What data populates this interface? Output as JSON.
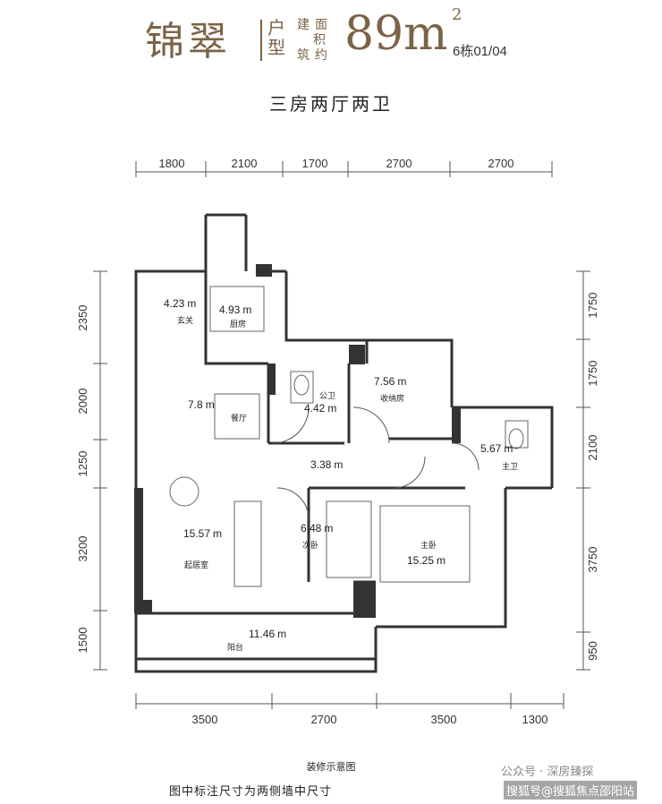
{
  "header": {
    "brand": "锦翠",
    "type_chars": [
      "户",
      "型"
    ],
    "area_label_chars": [
      "建",
      "面",
      "积",
      "筑",
      "约"
    ],
    "area_value": "89m",
    "area_unit_sup": "2",
    "building": "6栋01/04",
    "subtitle": "三房两厅两卫"
  },
  "dimensions": {
    "top": [
      "1800",
      "2100",
      "1700",
      "2700",
      "2700"
    ],
    "bottom": [
      "3500",
      "2700",
      "3500",
      "1300"
    ],
    "left": [
      "2350",
      "2000",
      "1250",
      "3200",
      "1500"
    ],
    "right": [
      "1750",
      "1750",
      "2100",
      "3750",
      "950"
    ]
  },
  "rooms": [
    {
      "area": "4.23",
      "name": "玄关"
    },
    {
      "area": "4.93",
      "name": "厨房"
    },
    {
      "area": "7.8",
      "name": "餐厅"
    },
    {
      "area": "4.42",
      "name": "公卫"
    },
    {
      "area": "7.56",
      "name": "收纳房"
    },
    {
      "area": "5.67",
      "name": "主卫"
    },
    {
      "area": "3.38",
      "name": ""
    },
    {
      "area": "6.48",
      "name": "次卧"
    },
    {
      "area": "15.25",
      "name": "主卧"
    },
    {
      "area": "15.57",
      "name": "起居室"
    },
    {
      "area": "11.46",
      "name": "阳台"
    }
  ],
  "area_unit": "m",
  "area_unit_sup": "2",
  "footer": {
    "caption": "装修示意图",
    "note": "图中标注尺寸为两侧墙中尺寸",
    "watermark_public": "公众号 · 深房臻探",
    "watermark_site": "搜狐号@搜狐焦点邵阳站"
  }
}
